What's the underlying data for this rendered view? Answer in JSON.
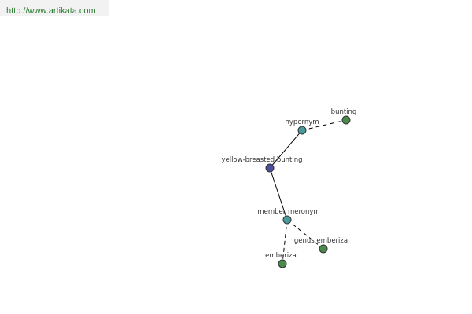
{
  "source_link": "http://www.artikata.com",
  "nodes": {
    "center": {
      "label": "yellow-breasted bunting",
      "color": "#4a4f9a"
    },
    "hypernym": {
      "label": "hypernym",
      "color": "#4a9a9a"
    },
    "bunting": {
      "label": "bunting",
      "color": "#4a8a4a"
    },
    "member_meronym": {
      "label": "member meronym",
      "color": "#4a9a9a"
    },
    "genus_emberiza": {
      "label": "genus emberiza",
      "color": "#4a8a4a"
    },
    "emberiza": {
      "label": "emberiza",
      "color": "#4a8a4a"
    }
  },
  "edges": [
    {
      "from": "center",
      "to": "hypernym",
      "style": "solid"
    },
    {
      "from": "hypernym",
      "to": "bunting",
      "style": "dashed"
    },
    {
      "from": "center",
      "to": "member_meronym",
      "style": "solid"
    },
    {
      "from": "member_meronym",
      "to": "genus_emberiza",
      "style": "dashed"
    },
    {
      "from": "member_meronym",
      "to": "emberiza",
      "style": "dashed"
    }
  ]
}
